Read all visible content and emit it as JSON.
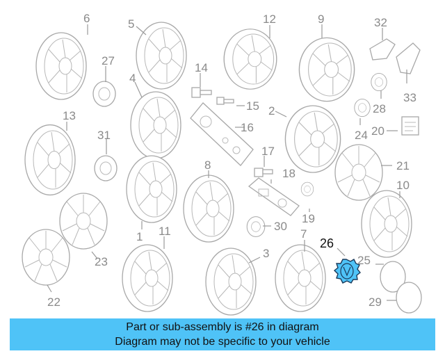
{
  "diagram": {
    "highlight_color": "#4fc3f7",
    "highlight_part": "26",
    "callouts": [
      "6",
      "5",
      "12",
      "9",
      "32",
      "27",
      "4",
      "14",
      "15",
      "33",
      "28",
      "13",
      "2",
      "16",
      "24",
      "20",
      "31",
      "17",
      "8",
      "18",
      "21",
      "10",
      "1",
      "11",
      "30",
      "19",
      "7",
      "26",
      "3",
      "23",
      "25",
      "22",
      "29"
    ]
  },
  "banner": {
    "line1": "Part or sub-assembly is #26 in diagram",
    "line2": "Diagram may not be specific to your vehicle",
    "bg_color": "#4fc3f7"
  }
}
